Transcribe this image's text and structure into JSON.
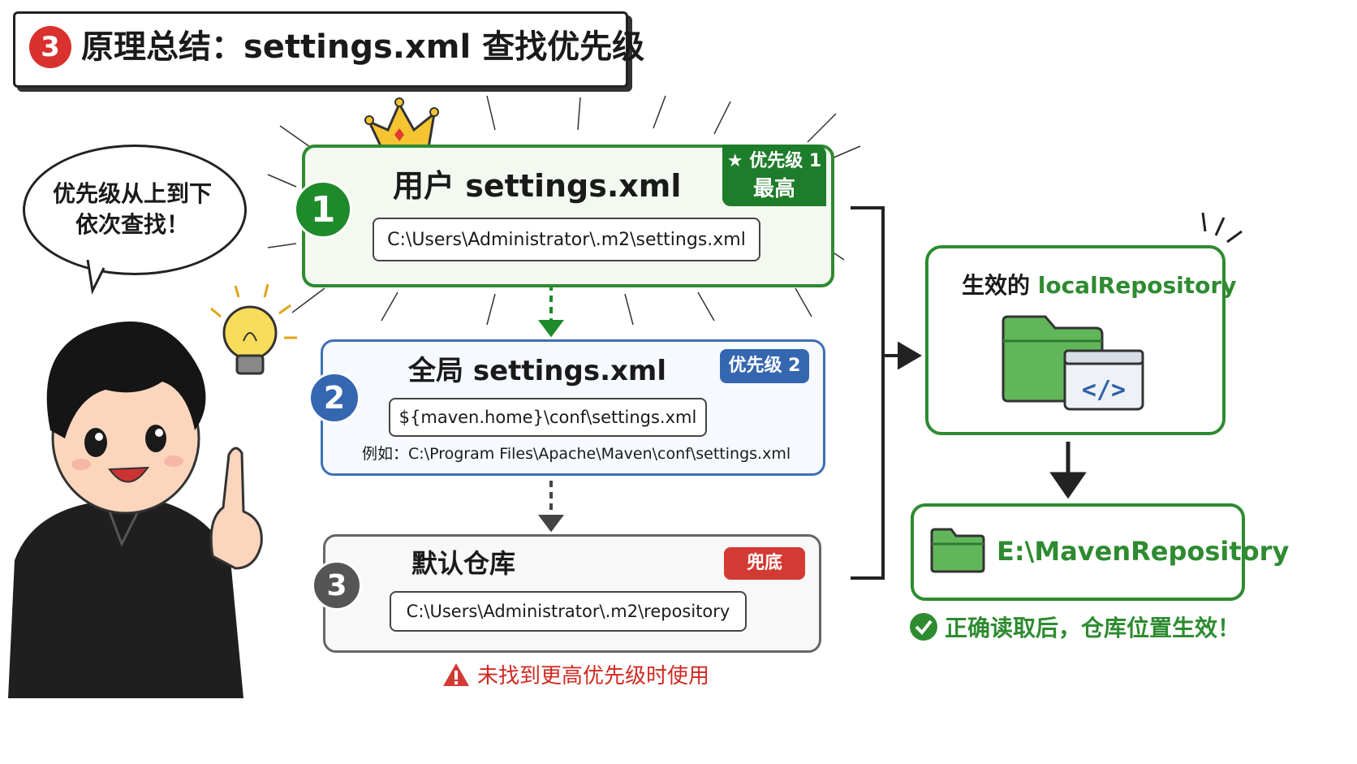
{
  "title": {
    "number": "3",
    "text": "原理总结：settings.xml 查找优先级"
  },
  "speech_bubble": {
    "line1": "优先级从上到下",
    "line2": "依次查找！"
  },
  "cards": [
    {
      "number": "1",
      "title": "用户 settings.xml",
      "path": "C:\\Users\\Administrator\\.m2\\settings.xml",
      "badge_line1": "优先级 1",
      "badge_line2": "最高"
    },
    {
      "number": "2",
      "title": "全局 settings.xml",
      "path": "${maven.home}\\conf\\settings.xml",
      "example": "例如：C:\\Program Files\\Apache\\Maven\\conf\\settings.xml",
      "badge": "优先级 2"
    },
    {
      "number": "3",
      "title": "默认仓库",
      "path": "C:\\Users\\Administrator\\.m2\\repository",
      "badge": "兜底"
    }
  ],
  "fallback_note": "未找到更高优先级时使用",
  "result": {
    "label_prefix": "生效的 ",
    "label_highlight": "localRepository",
    "repository_path": "E:\\MavenRepository",
    "success_note": "正确读取后，仓库位置生效！"
  },
  "colors": {
    "green": "#2e8b30",
    "blue": "#3566b0",
    "gray": "#555555",
    "red": "#d33a34"
  }
}
